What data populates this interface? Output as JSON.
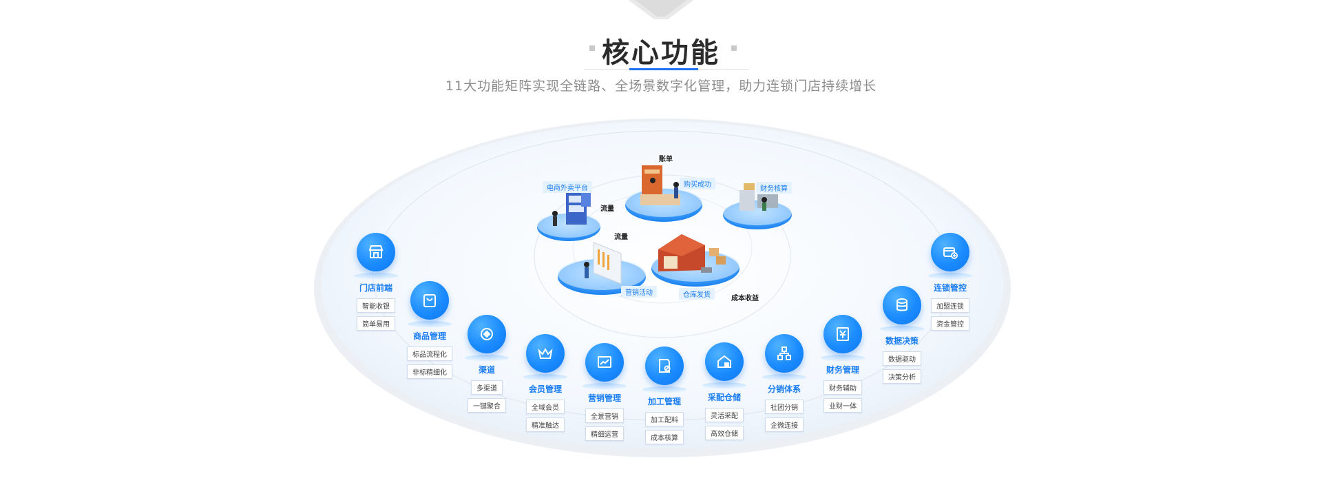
{
  "header": {
    "title": "核心功能",
    "subtitle": "11大功能矩阵实现全链路、全场景数字化管理，助力连锁门店持续增长"
  },
  "center_scene": {
    "top_label": "账单",
    "tags": {
      "ecommerce": "电商外卖平台",
      "purchase": "购买成功",
      "finance": "财务核算",
      "marketing": "营销活动",
      "warehouse": "仓库发货"
    },
    "flows": {
      "flow_1": "流量",
      "flow_2": "流量",
      "cost": "成本收益"
    }
  },
  "modules": [
    {
      "name": "门店前端",
      "icon": "store-icon",
      "tags": [
        "智能收银",
        "简单易用"
      ]
    },
    {
      "name": "商品管理",
      "icon": "shopping-bag-icon",
      "tags": [
        "标品流程化",
        "非标精细化"
      ]
    },
    {
      "name": "渠道",
      "icon": "channel-icon",
      "tags": [
        "多渠道",
        "一键聚合"
      ]
    },
    {
      "name": "会员管理",
      "icon": "crown-icon",
      "tags": [
        "全域会员",
        "精准触达"
      ]
    },
    {
      "name": "营销管理",
      "icon": "chart-icon",
      "tags": [
        "全景营销",
        "精细运营"
      ]
    },
    {
      "name": "加工管理",
      "icon": "processing-icon",
      "tags": [
        "加工配料",
        "成本核算"
      ]
    },
    {
      "name": "采配仓储",
      "icon": "warehouse-icon",
      "tags": [
        "灵活采配",
        "高效仓储"
      ]
    },
    {
      "name": "分销体系",
      "icon": "distribution-icon",
      "tags": [
        "社团分销",
        "企微连接"
      ]
    },
    {
      "name": "财务管理",
      "icon": "finance-icon",
      "tags": [
        "财务辅助",
        "业财一体"
      ]
    },
    {
      "name": "数据决策",
      "icon": "database-icon",
      "tags": [
        "数据驱动",
        "决策分析"
      ]
    },
    {
      "name": "连锁管控",
      "icon": "chain-icon",
      "tags": [
        "加盟连锁",
        "资金管控"
      ]
    }
  ],
  "colors": {
    "accent": "#1e73f5",
    "module_blue": "#1b7ef2",
    "ellipse_bg": "#f2f7fd"
  }
}
